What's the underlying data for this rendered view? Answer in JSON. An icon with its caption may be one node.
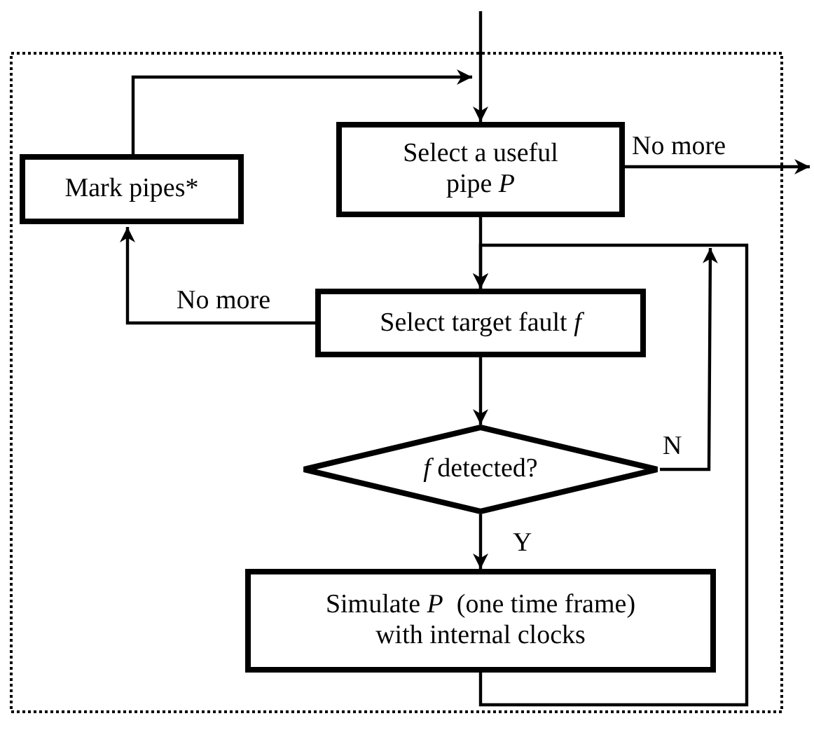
{
  "diagram": {
    "nodes": [
      {
        "text": [
          "Select a useful pipe *P*"
        ]
      },
      {
        "text": [
          "Mark pipes*"
        ]
      },
      {
        "text": [
          "Select target fault *f*"
        ]
      },
      {
        "text": [
          "*f* detected?"
        ]
      },
      {
        "text": [
          "Simulate *P*  (one time frame) with internal clocks"
        ]
      }
    ],
    "edges": [
      {
        "from": null,
        "to": 0,
        "arrow": "to"
      },
      {
        "from": 1,
        "to": 0,
        "arrow": "to"
      },
      {
        "from": 0,
        "to": null,
        "label": "No more",
        "arrow": "to"
      },
      {
        "from": 0,
        "to": 2,
        "arrow": "to"
      },
      {
        "from": 2,
        "to": 1,
        "label": "No more",
        "arrow": "to"
      },
      {
        "from": 2,
        "to": 3,
        "arrow": "to"
      },
      {
        "from": 3,
        "to": 4,
        "label": "Y",
        "arrow": "to"
      },
      {
        "from": 3,
        "to": 2,
        "label": "N",
        "arrow": "to"
      },
      {
        "from": 4,
        "to": 2,
        "arrow": "to"
      }
    ]
  }
}
